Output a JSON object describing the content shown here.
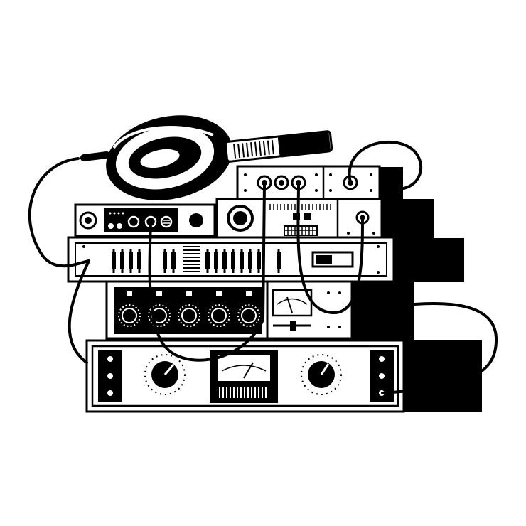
{
  "colors": {
    "ink": "#000000",
    "paper": "#ffffff"
  },
  "scene": {
    "subject": "stacked-audio-rack-with-headphones-and-patch-cables",
    "objects": [
      "headphones",
      "microphone",
      "top-patch-panel",
      "effects-unit",
      "fader-rack",
      "knob-rack",
      "vu-meter-unit",
      "power-amplifier",
      "patch-cables",
      "shadow-stack"
    ],
    "amp_knob_count": 2,
    "knob_rack_knob_count": 5,
    "fader_count": 14
  }
}
